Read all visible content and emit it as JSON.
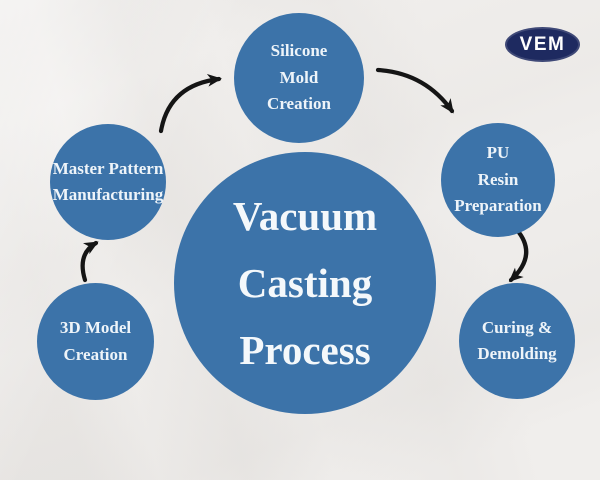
{
  "title": "Vacuum Casting Process",
  "colors": {
    "node_blue": "#3c73a9",
    "center_text": "#f4f8fb",
    "step_text": "#eef4f9",
    "arrow_black": "#151515",
    "logo_navy": "#1e2a60",
    "background": "#f0eeec"
  },
  "logo": {
    "text": "VEM"
  },
  "center": {
    "lines": [
      "Vacuum",
      "Casting",
      "Process"
    ]
  },
  "steps": [
    {
      "id": "3d-model-creation",
      "label": "3D Model\nCreation"
    },
    {
      "id": "master-pattern-manufacturing",
      "label": "Master Pattern\nManufacturing"
    },
    {
      "id": "silicone-mold-creation",
      "label": "Silicone\nMold\nCreation"
    },
    {
      "id": "pu-resin-preparation",
      "label": "PU\nResin\nPreparation"
    },
    {
      "id": "curing-demolding",
      "label": "Curing &\nDemolding"
    }
  ]
}
